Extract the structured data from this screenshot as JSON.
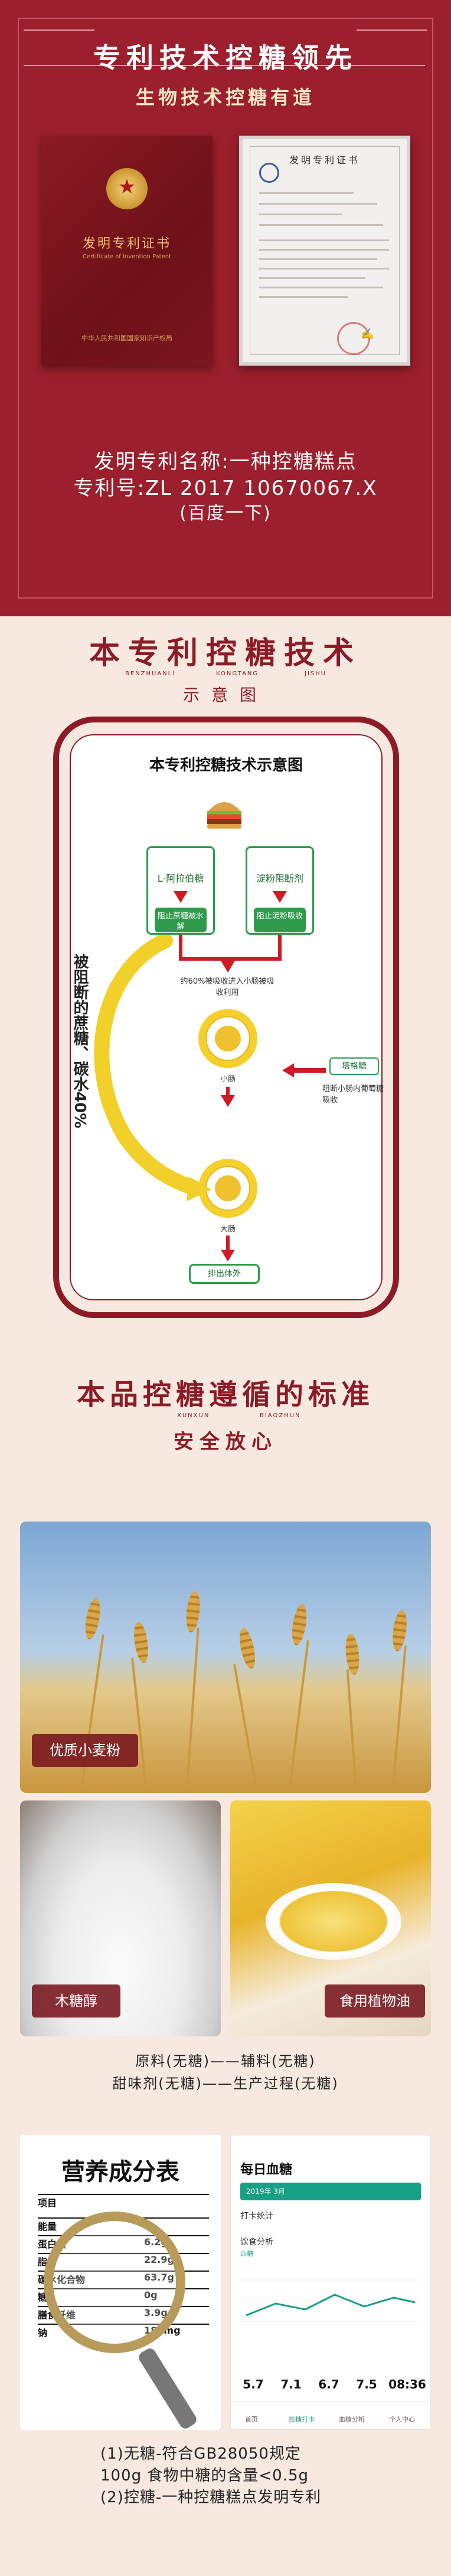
{
  "section1": {
    "title": "专利技术控糖领先",
    "subtitle": "生物技术控糖有道",
    "cert_left": {
      "cn_title": "发明专利证书",
      "en_title": "Certificate of Invention Patent",
      "issuer": "中华人民共和国国家知识产权局"
    },
    "cert_right": {
      "head": "发明专利证书"
    },
    "patent_name": "发明专利名称:一种控糖糕点",
    "patent_no": "专利号:ZL 2017 10670067.X",
    "patent_note": "(百度一下)"
  },
  "section2": {
    "title": "本专利控糖技术",
    "pinyin": [
      "BENZHUANLI",
      "KONGTANG",
      "JISHU"
    ],
    "subtitle": "示意图",
    "diagram": {
      "title": "本专利控糖技术示意图",
      "left_box": "L-阿拉伯糖",
      "left_sub": "阻止蔗糖被水解",
      "right_box": "淀粉阻断剂",
      "right_sub": "阻止淀粉吸收",
      "absorb_text": "约60%被吸收进入小肠被吸收利用",
      "small_intestine": "小肠",
      "tag": "塔格糖",
      "tag_note": "阻断小肠内葡萄糖吸收",
      "large_intestine": "大肠",
      "excrete": "排出体外",
      "side_text": "被阻断的蔗糖、碳水40%"
    }
  },
  "section3": {
    "title": "本品控糖遵循的标准",
    "pinyin": [
      "XUNXUN",
      "BIAOZHUN"
    ],
    "subtitle": "安全放心",
    "wheat_label": "优质小麦粉",
    "flour_label": "木糖醇",
    "oil_label": "食用植物油",
    "std_line1": "原料(无糖)——辅料(无糖)",
    "std_line2": "甜味剂(无糖)——生产过程(无糖)",
    "nutrition": {
      "title": "营养成分表",
      "rows": [
        {
          "name": "项目",
          "val": ""
        },
        {
          "name": "能量",
          "val": ""
        },
        {
          "name": "蛋白质",
          "val": "6.2g"
        },
        {
          "name": "脂肪",
          "val": "22.9g"
        },
        {
          "name": "碳水化合物",
          "val": "63.7g"
        },
        {
          "name": "糖",
          "val": "0g"
        },
        {
          "name": "膳食纤维",
          "val": "3.9g"
        },
        {
          "name": "钠",
          "val": "182mg"
        }
      ]
    },
    "app": {
      "head": "每日血糖",
      "bar": "2019年 3月",
      "record": "打卡统计",
      "chart_title": "饮食分析",
      "legend": "血糖",
      "readings": [
        "5.7",
        "7.1",
        "6.7",
        "7.5",
        "08:36"
      ],
      "nav": [
        "首页",
        "控糖打卡",
        "血糖分析",
        "个人中心"
      ]
    },
    "bottom1": "(1)无糖-符合GB28050规定",
    "bottom2": "100g 食物中糖的含量<0.5g",
    "bottom3": "(2)控糖-一种控糖糕点发明专利"
  }
}
